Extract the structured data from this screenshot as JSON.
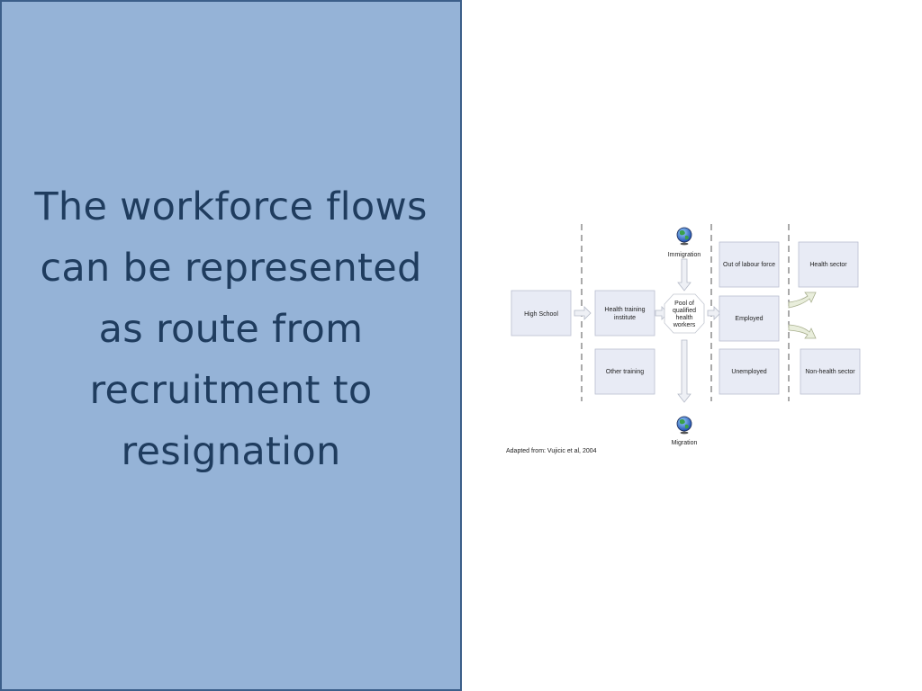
{
  "title": "The workforce flows can be represented as route from recruitment to resignation",
  "diagram": {
    "nodes": {
      "high_school": "High School",
      "health_training_institute": [
        "Health training",
        "institute"
      ],
      "other_training": "Other training",
      "pool": [
        "Pool of",
        "qualified",
        "health",
        "workers"
      ],
      "out_of_labour_force": "Out of labour force",
      "employed": "Employed",
      "unemployed": "Unemployed",
      "health_sector": "Health sector",
      "non_health_sector": "Non-health sector"
    },
    "immigration_label": "Immigration",
    "migration_label": "Migration",
    "caption": "Adapted from: Vujicic et al, 2004",
    "colors": {
      "panel": "#95b3d7",
      "panel_border": "#3c5f8a",
      "title_text": "#1f3c5e",
      "box_fill": "#e8ebf5",
      "box_stroke": "#b9bfd0",
      "arrow_fill": "#eef0f5",
      "curved_arrow_fill": "#e9eedc"
    }
  }
}
